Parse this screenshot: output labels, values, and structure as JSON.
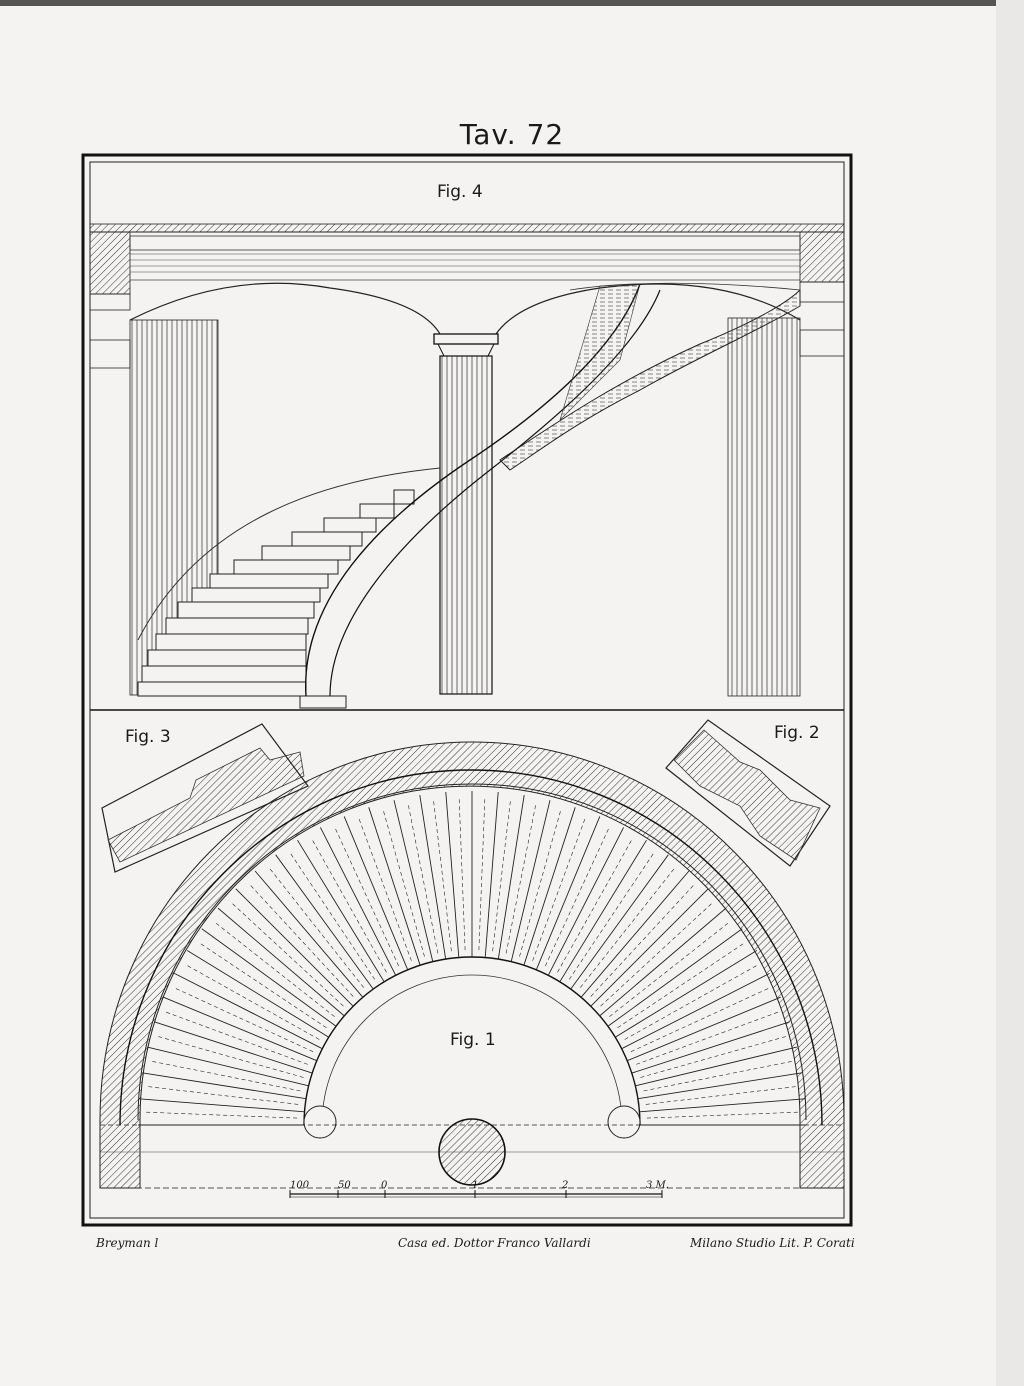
{
  "plate_title": "Tav. 72",
  "figures": {
    "fig4": "Fig. 4",
    "fig3": "Fig. 3",
    "fig2": "Fig. 2",
    "fig1": "Fig. 1"
  },
  "scale": {
    "labels": [
      "100",
      "50",
      "0",
      "1",
      "2",
      "3 M."
    ]
  },
  "credits": {
    "left": "Breyman l",
    "center": "Casa ed. Dottor Franco Vallardi",
    "right": "Milano Studio Lit. P. Corati"
  }
}
